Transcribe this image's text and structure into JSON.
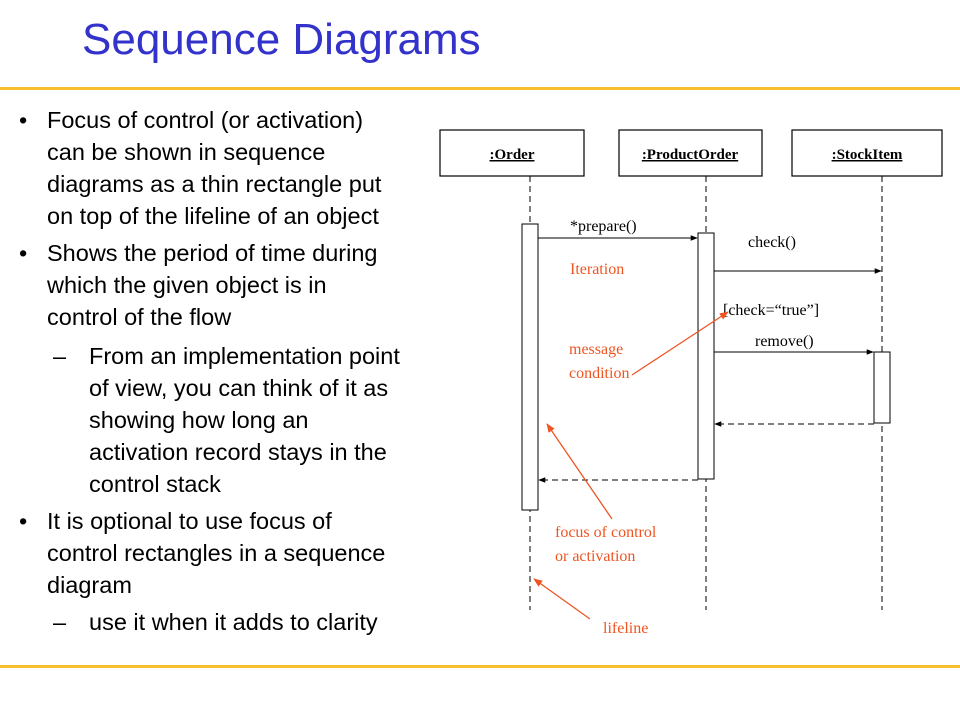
{
  "slide": {
    "title": "Sequence Diagrams",
    "accent_color": "#3333cc",
    "rule_color": "#f5c02c",
    "annotation_color": "#ee5522",
    "bullets": [
      {
        "marker": "•",
        "level": 1,
        "lines": [
          "Focus of control (or activation)",
          "can be shown in sequence",
          "diagrams as a thin rectangle put",
          "on top of the lifeline of an object"
        ]
      },
      {
        "marker": "•",
        "level": 1,
        "lines": [
          "Shows the period of time during",
          "which the given object is in",
          "control of the flow"
        ]
      },
      {
        "marker": "–",
        "level": 2,
        "lines": [
          "From an implementation point",
          "of view, you can think of it as",
          "showing how long an",
          "activation record stays in the",
          "control stack"
        ]
      },
      {
        "marker": "•",
        "level": 1,
        "lines": [
          "It is optional to use focus of",
          "control rectangles in a sequence",
          "diagram"
        ]
      },
      {
        "marker": "–",
        "level": 2,
        "lines": [
          "use it when it adds to clarity"
        ]
      }
    ]
  },
  "diagram": {
    "objects": [
      ":Order",
      ":ProductOrder",
      ":StockItem"
    ],
    "messages": {
      "prepare": "*prepare()",
      "check": "check()",
      "check_condition": "[check=“true”]",
      "remove": "remove()"
    },
    "annotations": {
      "iteration": "Iteration",
      "message_condition": [
        "message",
        "condition"
      ],
      "focus_of_control": [
        "focus of control",
        "or activation"
      ],
      "lifeline": "lifeline"
    }
  }
}
